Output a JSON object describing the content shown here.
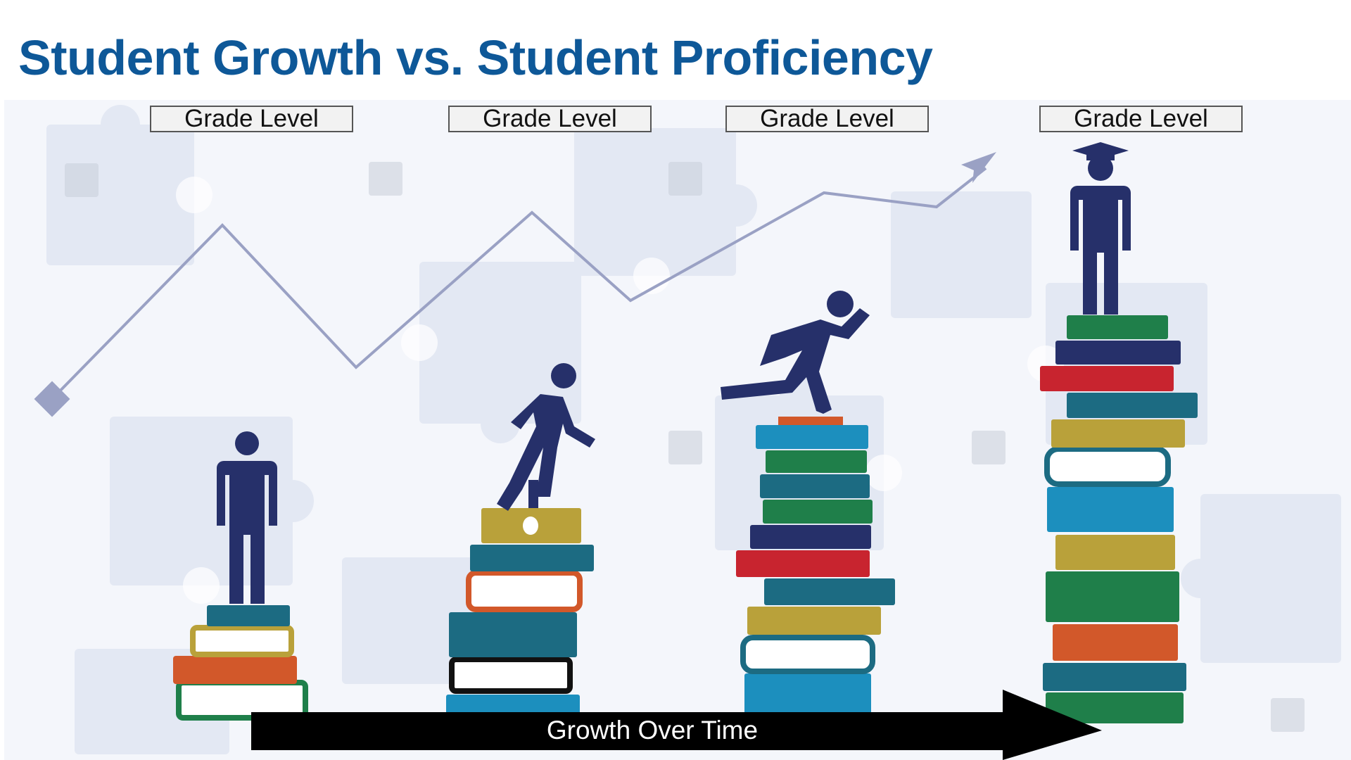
{
  "title": "Student Growth vs. Student Proficiency",
  "grade_labels": [
    "Grade Level",
    "Grade Level",
    "Grade Level",
    "Grade Level"
  ],
  "arrow_label": "Growth Over Time",
  "colors": {
    "title": "#0e5898",
    "figure": "#26306a",
    "trend_line": "#9aa1c4",
    "arrow": "#000000",
    "book_green": "#1f7f4a",
    "book_navy": "#26306a",
    "book_red": "#c8242f",
    "book_teal": "#1c6b82",
    "book_mustard": "#b9a13a",
    "book_orange": "#d2582a",
    "book_blue": "#1c8fbe"
  },
  "icons": [
    "puzzle-background",
    "person-standing-icon",
    "person-walking-icon",
    "person-running-icon",
    "graduate-icon",
    "book-stack-icon",
    "trend-arrow-icon"
  ]
}
